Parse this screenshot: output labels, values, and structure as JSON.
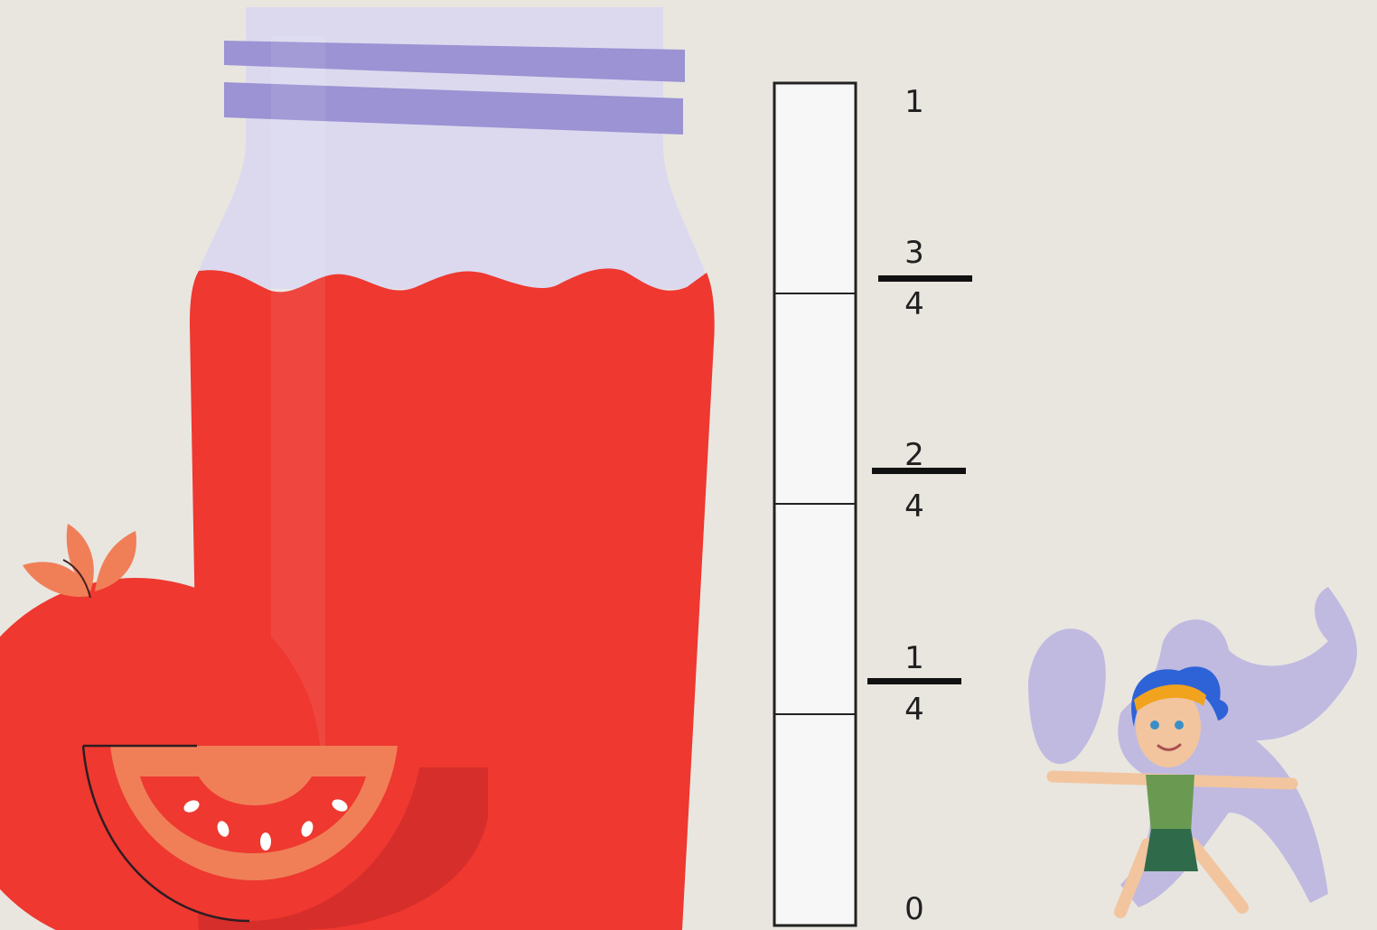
{
  "scale": {
    "top_label": "1",
    "bottom_label": "0",
    "fractions": [
      {
        "numerator": "3",
        "denominator": "4"
      },
      {
        "numerator": "2",
        "denominator": "4"
      },
      {
        "numerator": "1",
        "denominator": "4"
      }
    ]
  },
  "illustrations": {
    "jar": "tomato-juice-jar",
    "tomato": "tomato-with-slice",
    "character": "warrior-pose-avatar"
  },
  "colors": {
    "background": "#e9e6e0",
    "juice": "#ee3830",
    "jar_glass": "#dcd9ef",
    "jar_band": "#9b93d3",
    "tomato_light": "#f07f58",
    "scale_fill": "#f7f7f7",
    "shadow": "#b8b1df"
  }
}
